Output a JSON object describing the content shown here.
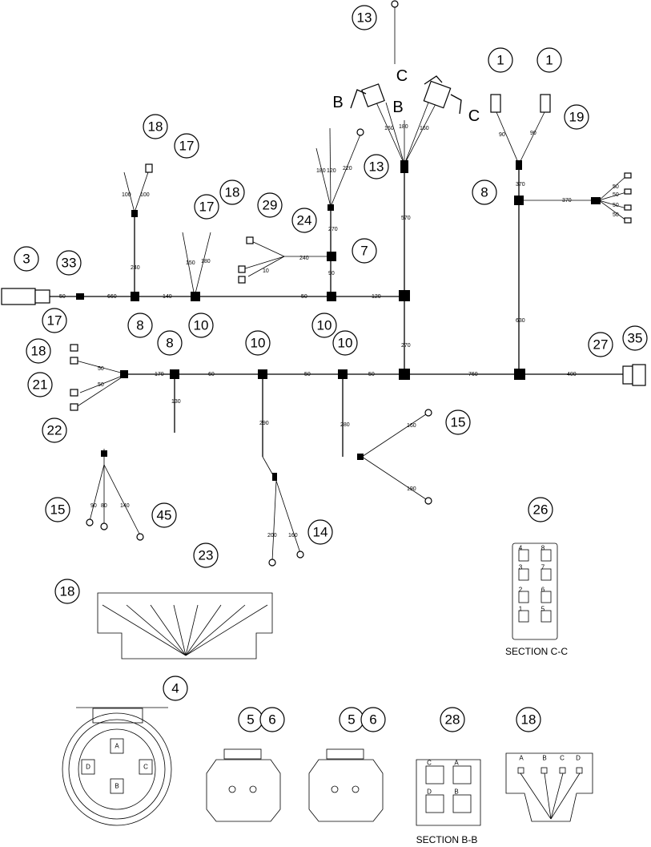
{
  "callouts": {
    "c13a": "13",
    "c1a": "1",
    "c1b": "1",
    "c19": "19",
    "c18a": "18",
    "c17a": "17",
    "c13b": "13",
    "c8a": "8",
    "c18b": "18",
    "c29": "29",
    "c17b": "17",
    "c24": "24",
    "c7": "7",
    "c3": "3",
    "c33": "33",
    "c8b": "8",
    "c10a": "10",
    "c10b": "10",
    "c17c": "17",
    "c18c": "18",
    "c21": "21",
    "c22": "22",
    "c8c": "8",
    "c10c": "10",
    "c10d": "10",
    "c27": "27",
    "c35": "35",
    "c15a": "15",
    "c15b": "15",
    "c45": "45",
    "c14": "14",
    "c23": "23",
    "c18d": "18",
    "c26": "26",
    "c4": "4",
    "c5a": "5",
    "c6a": "6",
    "c5b": "5",
    "c6b": "6",
    "c28": "28",
    "c18e": "18"
  },
  "section_marks": {
    "c_top": "C",
    "b_left": "B",
    "b_mid": "B",
    "c_right": "C"
  },
  "dimensions": {
    "d160a": "160",
    "d180": "180",
    "d160b": "160",
    "d90a": "90",
    "d90b": "90",
    "d370": "370",
    "d370b": "370",
    "d50a": "50",
    "d50b": "50",
    "d50c": "50",
    "d50d": "50",
    "d100a": "100",
    "d100b": "100",
    "d180b": "180",
    "d120b": "120",
    "d220": "220",
    "d270t": "270",
    "d90c": "90",
    "d240a": "240",
    "d240b": "240",
    "d10": "10",
    "d150": "150",
    "d180c": "180",
    "d50e": "50",
    "d660": "660",
    "d140": "140",
    "d50f": "50",
    "d120": "120",
    "d570": "570",
    "d630": "630",
    "d270": "270",
    "d760": "760",
    "d400": "400",
    "d170": "170",
    "d50g": "50",
    "d50h": "50",
    "d60": "60",
    "d50i": "50",
    "d50j": "50",
    "d130": "130",
    "d290": "290",
    "d280": "280",
    "d160c": "160",
    "d190": "190",
    "d90d": "90",
    "d80": "80",
    "d140b": "140",
    "d200": "200",
    "d160d": "160"
  },
  "section_labels": {
    "cc": "SECTION C-C",
    "bb": "SECTION B-B"
  },
  "pins": {
    "c4": "4",
    "c8": "8",
    "c3": "3",
    "c7": "7",
    "c2": "2",
    "c6": "6",
    "c1": "1",
    "c5": "5",
    "bbC": "C",
    "bbA": "A",
    "bbD": "D",
    "bbB": "B",
    "p18A": "A",
    "p18B": "B",
    "p18C": "C",
    "p18D": "D",
    "rA": "A",
    "rB": "B",
    "rC": "C",
    "rD": "D"
  }
}
